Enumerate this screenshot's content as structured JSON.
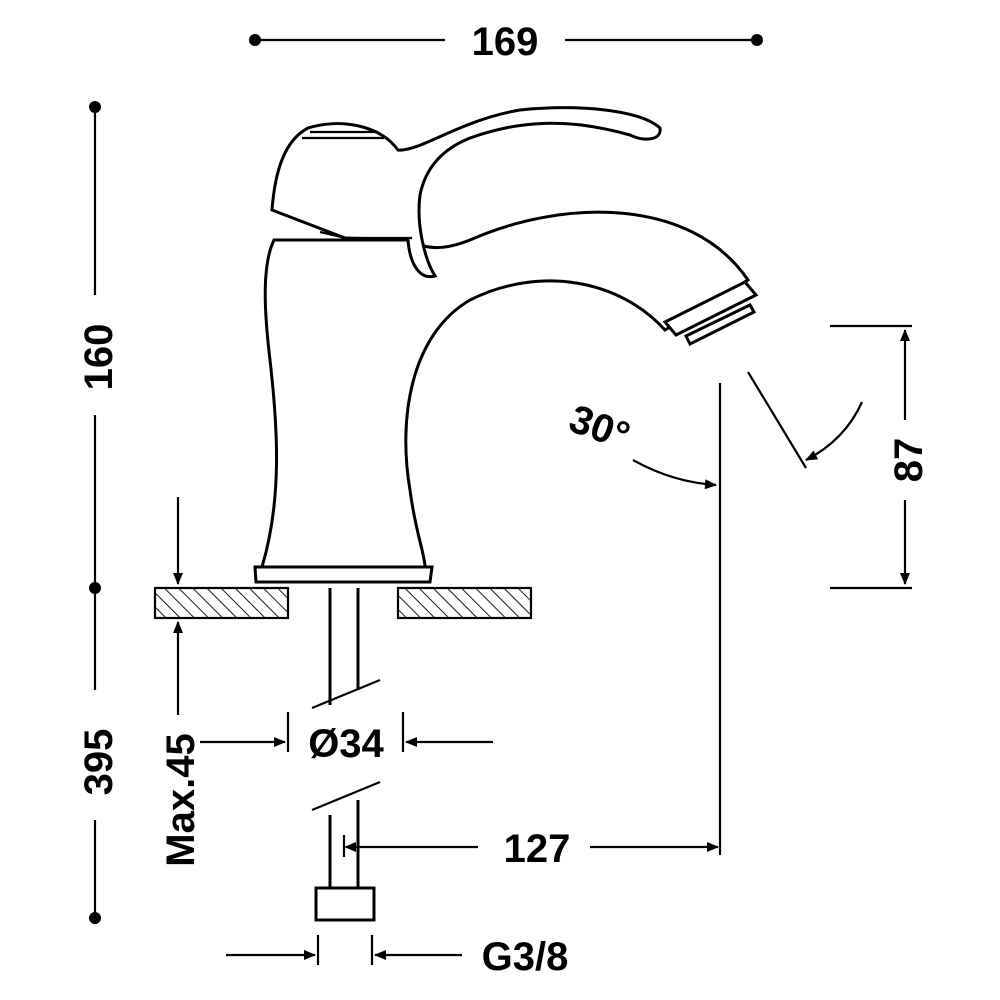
{
  "dimensions": {
    "total_width": "169",
    "spout_height": "160",
    "total_height": "395",
    "max_deck": "Max.45",
    "hole_diameter": "Ø34",
    "spout_reach": "127",
    "connection": "G3/8",
    "stream_height": "87",
    "stream_angle": "30°"
  }
}
